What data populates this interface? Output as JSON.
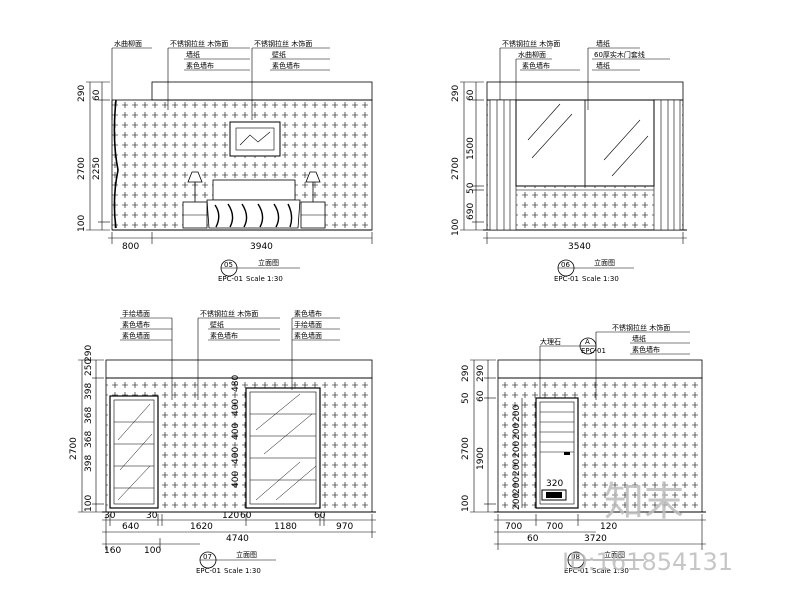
{
  "views": [
    {
      "id": "view-05",
      "number": "05",
      "sheet_ref": "EPC-01",
      "title": "立面图",
      "scale_text": "Scale 1:30",
      "callouts": [
        "水曲柳面",
        "不锈钢拉丝 木饰面",
        "墙纸",
        "壁纸",
        "素色墙布"
      ],
      "height_dims": [
        "2700",
        "2250",
        "290",
        "60",
        "100"
      ],
      "width_dims": [
        "800",
        "3940"
      ]
    },
    {
      "id": "view-06",
      "number": "06",
      "sheet_ref": "EPC-01",
      "title": "立面图",
      "scale_text": "Scale 1:30",
      "callouts": [
        "水曲柳面",
        "墙纸",
        "60厚实木门套线",
        "不锈钢拉丝 木饰面",
        "素色墙布"
      ],
      "height_dims": [
        "2700",
        "1500",
        "690",
        "290",
        "60",
        "100",
        "50"
      ],
      "width_dims": [
        "3540"
      ]
    },
    {
      "id": "view-07",
      "number": "07",
      "sheet_ref": "EPC-01",
      "title": "立面图",
      "scale_text": "Scale 1:30",
      "callouts": [
        "手绘墙面",
        "素色墙布",
        "素色墙面",
        "不锈钢拉丝 木饰面",
        "壁纸",
        "手绘墙面",
        "素色墙布"
      ],
      "height_dims": [
        "2700",
        "398",
        "368",
        "368",
        "398",
        "250",
        "290",
        "100",
        "400",
        "400",
        "400",
        "400",
        "480"
      ],
      "width_dims": [
        "30",
        "640",
        "30",
        "1620",
        "1180",
        "60",
        "970",
        "4740",
        "160",
        "100",
        "60",
        "120"
      ]
    },
    {
      "id": "view-08",
      "number": "08",
      "sheet_ref": "EPC-01",
      "title": "立面图",
      "scale_text": "Scale 1:30",
      "callouts": [
        "不锈钢拉丝 木饰面",
        "墙纸",
        "素色墙布",
        "大理石"
      ],
      "detail_marker": {
        "letter": "A",
        "sheet": "EPC-01"
      },
      "height_dims": [
        "2700",
        "1900",
        "290",
        "290",
        "60",
        "50",
        "100",
        "200",
        "200",
        "200",
        "200",
        "200",
        "200"
      ],
      "width_dims": [
        "700",
        "60",
        "700",
        "320",
        "3720",
        "120"
      ]
    }
  ],
  "watermark": {
    "brand": "知末",
    "id_text": "ID:161854131"
  }
}
